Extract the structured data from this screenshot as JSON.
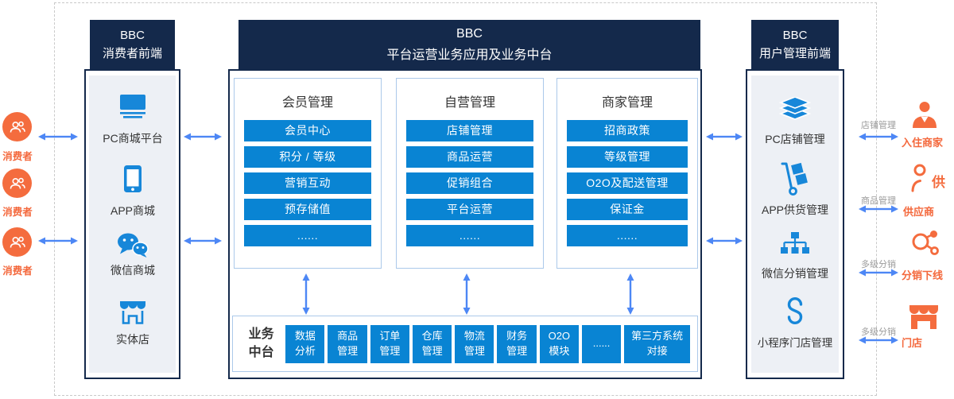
{
  "left_actors": [
    {
      "label": "消费者"
    },
    {
      "label": "消费者"
    },
    {
      "label": "消费者"
    }
  ],
  "left_column": {
    "header": {
      "line1": "BBC",
      "line2": "消费者前端"
    },
    "items": [
      {
        "icon": "desktop-icon",
        "label": "PC商城平台"
      },
      {
        "icon": "smartphone-icon",
        "label": "APP商城"
      },
      {
        "icon": "wechat-icon",
        "label": "微信商城"
      },
      {
        "icon": "store-icon",
        "label": "实体店"
      }
    ]
  },
  "center": {
    "header": {
      "line1": "BBC",
      "line2": "平台运营业务应用及业务中台"
    },
    "panels": [
      {
        "title": "会员管理",
        "items": [
          "会员中心",
          "积分 / 等级",
          "营销互动",
          "预存储值",
          "......"
        ]
      },
      {
        "title": "自营管理",
        "items": [
          "店铺管理",
          "商品运营",
          "促销组合",
          "平台运营",
          "......"
        ]
      },
      {
        "title": "商家管理",
        "items": [
          "招商政策",
          "等级管理",
          "O2O及配送管理",
          "保证金",
          "......"
        ]
      }
    ],
    "platform": {
      "label": {
        "line1": "业务",
        "line2": "中台"
      },
      "tiles": [
        {
          "line1": "数据",
          "line2": "分析"
        },
        {
          "line1": "商品",
          "line2": "管理"
        },
        {
          "line1": "订单",
          "line2": "管理"
        },
        {
          "line1": "仓库",
          "line2": "管理"
        },
        {
          "line1": "物流",
          "line2": "管理"
        },
        {
          "line1": "财务",
          "line2": "管理"
        },
        {
          "line1": "O2O",
          "line2": "模块"
        },
        {
          "line1": "......",
          "line2": ""
        },
        {
          "line1": "第三方系统",
          "line2": "对接"
        }
      ]
    }
  },
  "right_column": {
    "header": {
      "line1": "BBC",
      "line2": "用户管理前端"
    },
    "items": [
      {
        "icon": "layers-icon",
        "label": "PC店铺管理"
      },
      {
        "icon": "handtruck-icon",
        "label": "APP供货管理"
      },
      {
        "icon": "orgtree-icon",
        "label": "微信分销管理"
      },
      {
        "icon": "miniprogram-icon",
        "label": "小程序门店管理"
      }
    ]
  },
  "right_links": [
    {
      "arrow_label": "店铺管理",
      "entity": "入住商家",
      "icon": "businessman-icon"
    },
    {
      "arrow_label": "商品管理",
      "entity": "供应商",
      "icon": "supplier-icon",
      "icon_char": "供"
    },
    {
      "arrow_label": "多级分销",
      "entity": "分销下线",
      "icon": "distribution-icon"
    },
    {
      "arrow_label": "多级分销",
      "entity": "门店",
      "icon": "shopfront-icon"
    }
  ],
  "colors": {
    "navy": "#14294b",
    "button_blue": "#0984d3",
    "icon_blue": "#1787d9",
    "orange": "#f46c3e",
    "arrow_blue": "#4d87f5",
    "panel_border": "#abc9ea",
    "inner_gray": "#edf0f5",
    "label_gray": "#9a9a9a"
  }
}
